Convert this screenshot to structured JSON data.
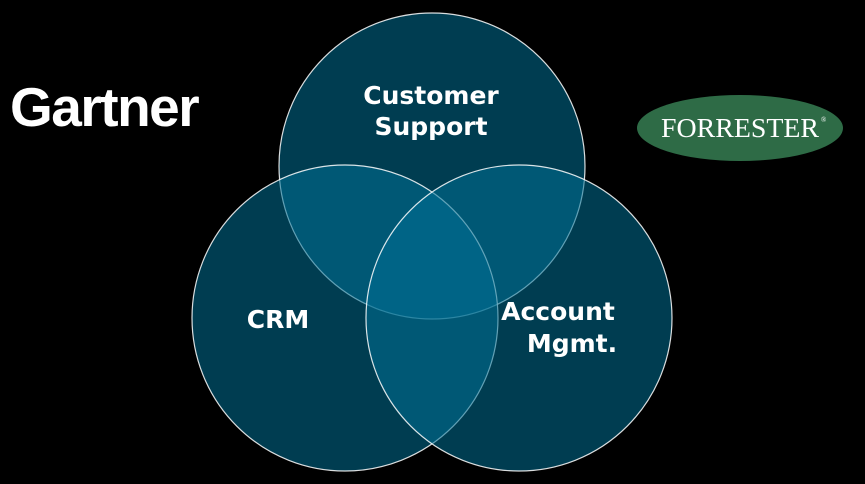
{
  "logos": {
    "left": "Gartner",
    "right": "FORRESTER",
    "right_mark": "®",
    "right_badge_color": "#2e6b46"
  },
  "venn": {
    "circles": [
      {
        "label_lines": [
          "Customer",
          "Support"
        ]
      },
      {
        "label_lines": [
          "CRM"
        ]
      },
      {
        "label_lines": [
          "Account",
          "Mgmt."
        ]
      }
    ],
    "fill_color": "#006f93",
    "outline_color": "#ffffff"
  }
}
